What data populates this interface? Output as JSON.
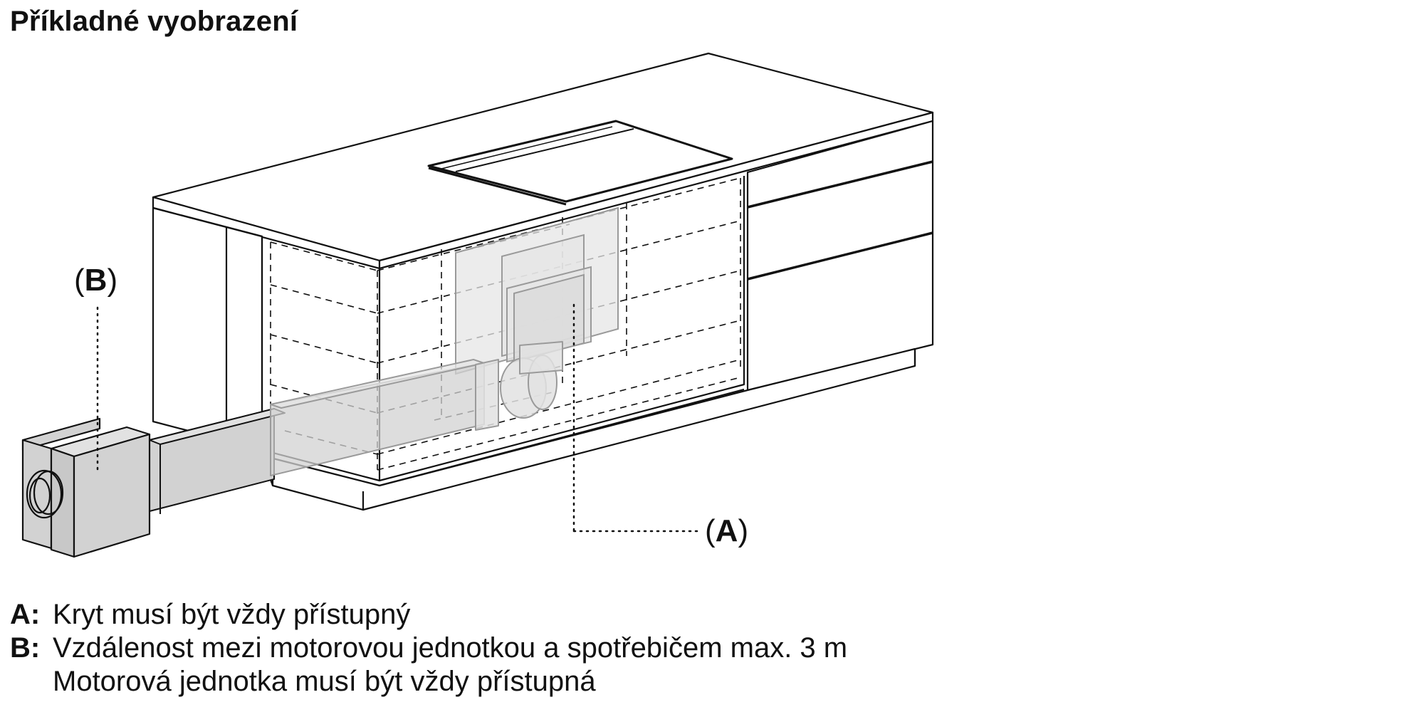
{
  "title": "Příkladné vyobrazení",
  "callouts": {
    "a": {
      "open": "(",
      "letter": "A",
      "close": ")"
    },
    "b": {
      "open": "(",
      "letter": "B",
      "close": ")"
    }
  },
  "legend": [
    {
      "key": "A:",
      "lines": [
        "Kryt musí být vždy přístupný"
      ]
    },
    {
      "key": "B:",
      "lines": [
        "Vzdálenost mezi motorovou jednotkou a spotřebičem max. 3 m",
        "Motorová jednotka musí být vždy přístupná"
      ]
    }
  ],
  "colors": {
    "stroke": "#111111",
    "duct_fill": "#d2d2d2",
    "ghost_stroke": "#9a9a9a"
  }
}
